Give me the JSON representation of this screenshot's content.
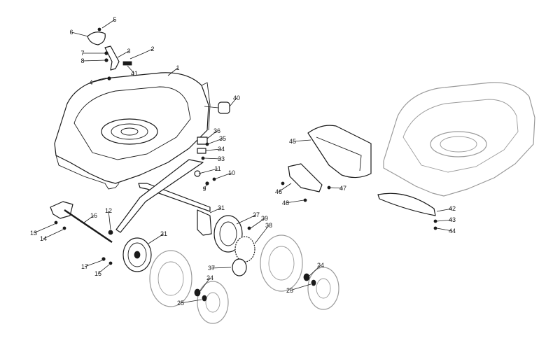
{
  "callouts": [
    {
      "key": "p1",
      "text": "1"
    },
    {
      "key": "p2",
      "text": "2"
    },
    {
      "key": "p3",
      "text": "3"
    },
    {
      "key": "p4",
      "text": "4"
    },
    {
      "key": "p5",
      "text": "5"
    },
    {
      "key": "p6",
      "text": "6"
    },
    {
      "key": "p7",
      "text": "7"
    },
    {
      "key": "p8",
      "text": "8"
    },
    {
      "key": "p9",
      "text": "9"
    },
    {
      "key": "p10",
      "text": "10"
    },
    {
      "key": "p11",
      "text": "11"
    },
    {
      "key": "p12",
      "text": "12"
    },
    {
      "key": "p13",
      "text": "13"
    },
    {
      "key": "p14",
      "text": "14"
    },
    {
      "key": "p15",
      "text": "15"
    },
    {
      "key": "p16",
      "text": "16"
    },
    {
      "key": "p17",
      "text": "17"
    },
    {
      "key": "p21",
      "text": "21"
    },
    {
      "key": "p24a",
      "text": "24"
    },
    {
      "key": "p24b",
      "text": "24"
    },
    {
      "key": "p25a",
      "text": "25"
    },
    {
      "key": "p25b",
      "text": "25"
    },
    {
      "key": "p27",
      "text": "27"
    },
    {
      "key": "p31",
      "text": "31"
    },
    {
      "key": "p33",
      "text": "33"
    },
    {
      "key": "p34",
      "text": "34"
    },
    {
      "key": "p35",
      "text": "35"
    },
    {
      "key": "p36",
      "text": "36"
    },
    {
      "key": "p37",
      "text": "37"
    },
    {
      "key": "p38",
      "text": "38"
    },
    {
      "key": "p39",
      "text": "39"
    },
    {
      "key": "p40",
      "text": "40"
    },
    {
      "key": "p41",
      "text": "41"
    },
    {
      "key": "p42",
      "text": "42"
    },
    {
      "key": "p43",
      "text": "43"
    },
    {
      "key": "p44",
      "text": "44"
    },
    {
      "key": "p45",
      "text": "45"
    },
    {
      "key": "p46",
      "text": "46"
    },
    {
      "key": "p47",
      "text": "47"
    },
    {
      "key": "p48",
      "text": "48"
    }
  ]
}
